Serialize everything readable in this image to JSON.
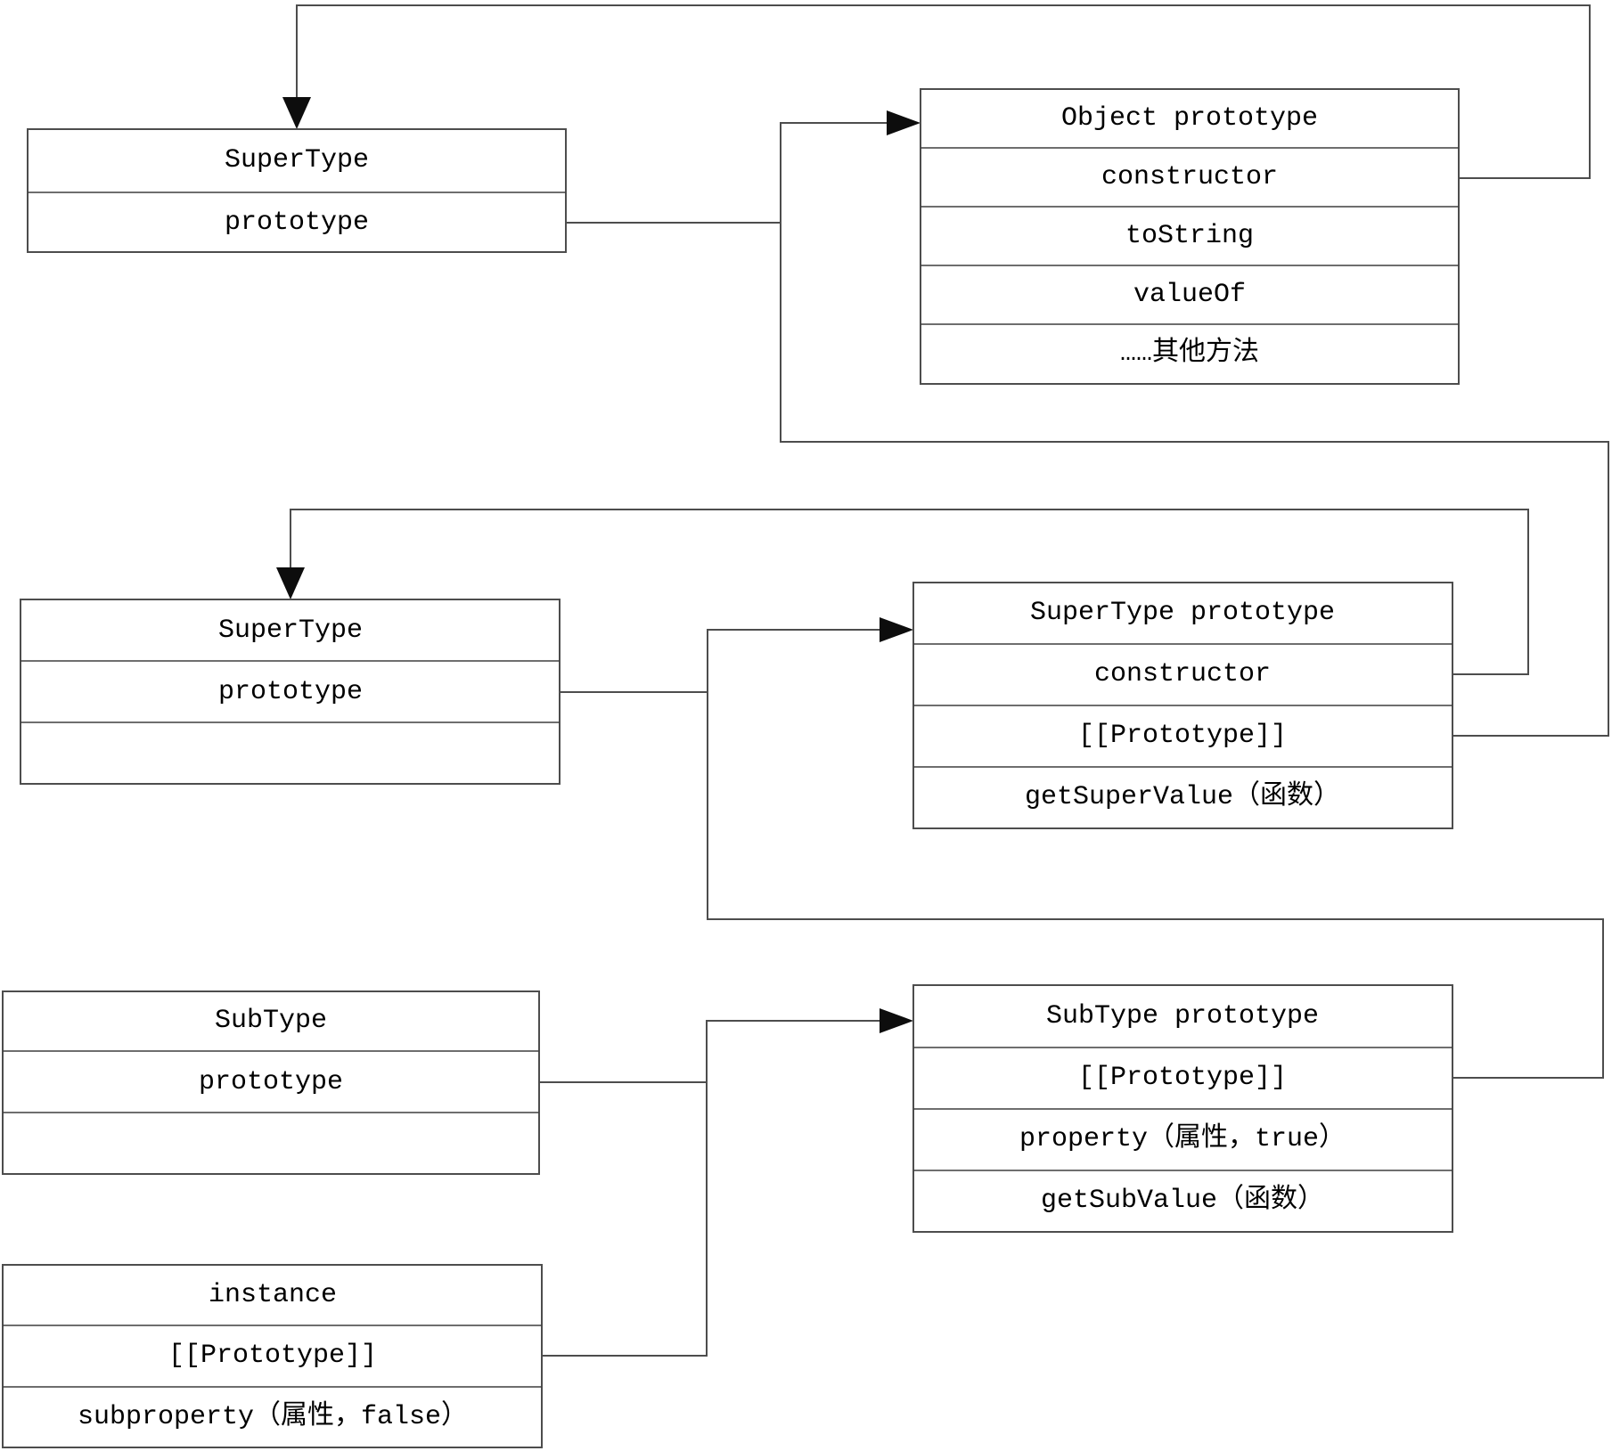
{
  "boxes": {
    "supertype1": {
      "rows": [
        "SuperType",
        "prototype"
      ]
    },
    "object_prototype": {
      "rows": [
        "Object prototype",
        "constructor",
        "toString",
        "valueOf",
        "……其他方法"
      ]
    },
    "supertype2": {
      "rows": [
        "SuperType",
        "prototype"
      ]
    },
    "supertype_prototype": {
      "rows": [
        "SuperType prototype",
        "constructor",
        "[[Prototype]]",
        "getSuperValue（函数）"
      ]
    },
    "subtype": {
      "rows": [
        "SubType",
        "prototype"
      ]
    },
    "subtype_prototype": {
      "rows": [
        "SubType prototype",
        "[[Prototype]]",
        "property（属性，true）",
        "getSubValue（函数）"
      ]
    },
    "instance": {
      "rows": [
        "instance",
        "[[Prototype]]",
        "subproperty（属性，false）"
      ]
    }
  },
  "colors": {
    "background": "#ffffff",
    "line": "#4d4d4d",
    "arrowhead": "#0d0d0d",
    "text": "#000000"
  }
}
